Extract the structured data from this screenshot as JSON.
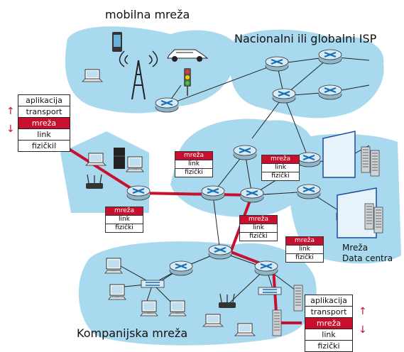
{
  "labels": {
    "mobile": "mobilna mreža",
    "isp": "Nacionalni ili globalni ISP",
    "enterprise": "Kompanijska mreža",
    "datacenter_line1": "Mreža",
    "datacenter_line2": "Data centra"
  },
  "host_stack_left": [
    "aplikacija",
    "transport",
    "mreža",
    "link",
    "fizičkil"
  ],
  "host_stack_right": [
    "aplikacija",
    "transport",
    "mreža",
    "link",
    "fizički"
  ],
  "router_stack": [
    "mreža",
    "link",
    "fizički"
  ],
  "colors": {
    "cloud": "#a9d9ee",
    "path": "#c8102e",
    "router_fill": "#cfe7f3",
    "router_x": "#1570b8"
  },
  "icons": {
    "router": "router-icon",
    "switch": "switch-icon",
    "server": "server-icon",
    "laptop": "laptop-icon",
    "desktop": "desktop-icon",
    "phone": "phone-icon",
    "car": "car-icon",
    "tower": "cell-tower-icon",
    "traffic_light": "traffic-light-icon",
    "fridge": "fridge-icon",
    "wifi_ap": "wifi-ap-icon"
  }
}
